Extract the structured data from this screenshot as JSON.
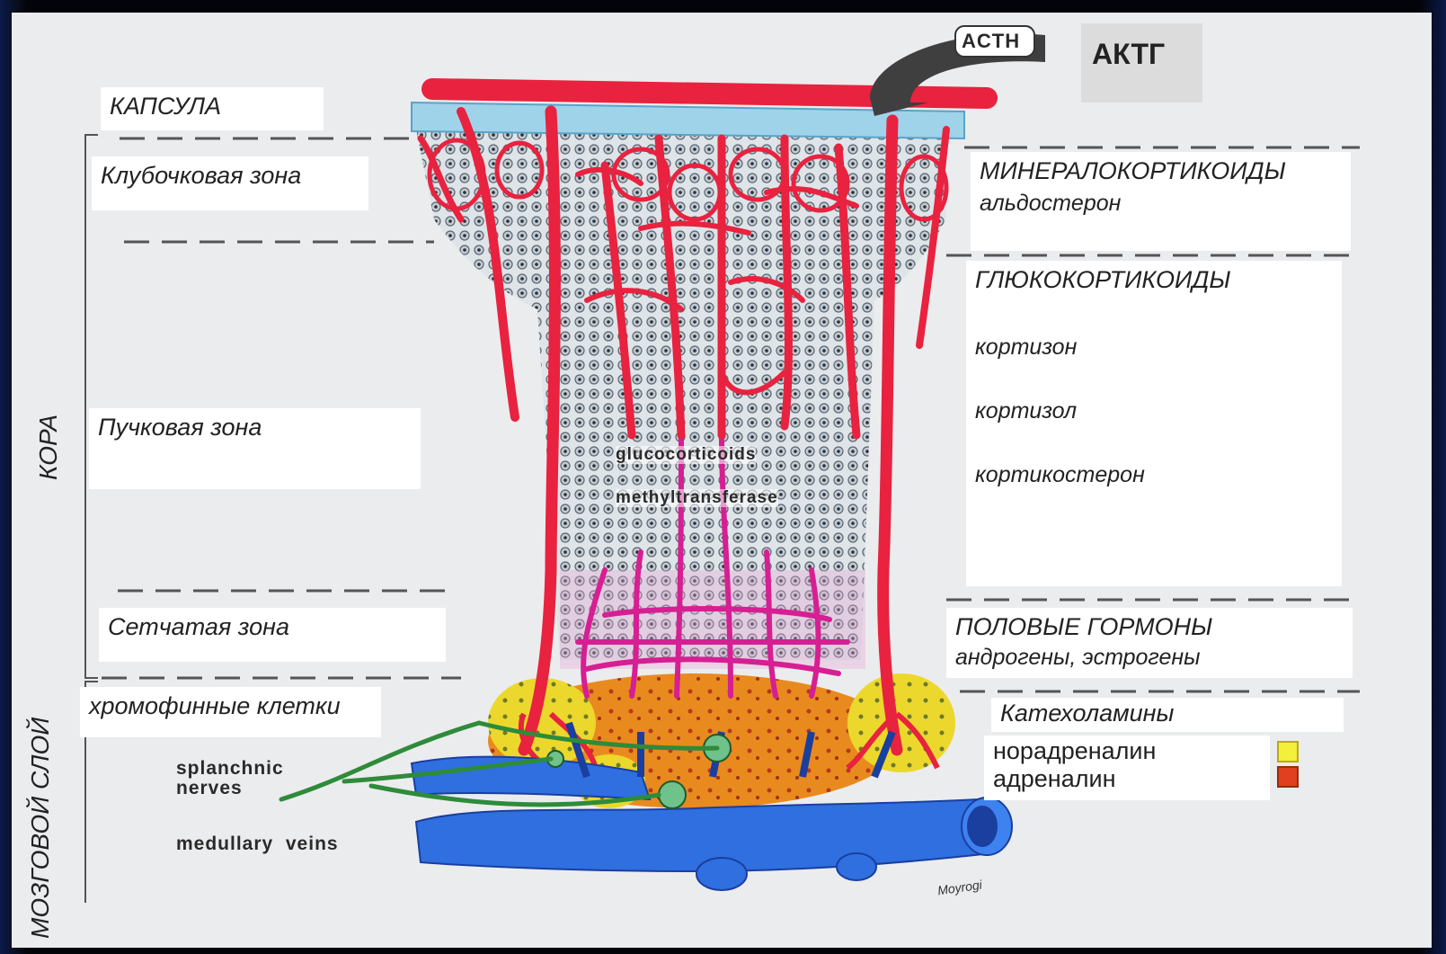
{
  "labels": {
    "actg": "АКТГ",
    "acth_arrow": "ACTH",
    "capsule": "КАПСУЛА",
    "zona_glomerulosa": "Клубочковая зона",
    "zona_fasciculata": "Пучковая зона",
    "zona_reticularis": "Сетчатая зона",
    "chromaffin": "хромофинные клетки",
    "cortex": "КОРА",
    "medulla": "МОЗГОВОЙ СЛОЙ",
    "splanchnic": "splanchnic\nnerves",
    "medullary_veins": "medullary  veins",
    "enzyme_1": "glucocorticoids",
    "enzyme_2": "methyltransferase",
    "signature": "Moyrogi"
  },
  "hormones": {
    "mineralo_title": "МИНЕРАЛОКОРТИКОИДЫ",
    "mineralo_item": "альдостерон",
    "gluco_title": "ГЛЮКОКОРТИКОИДЫ",
    "gluco_items": [
      "кортизон",
      "кортизол",
      "кортикостерон"
    ],
    "sex_title": "ПОЛОВЫЕ ГОРМОНЫ",
    "sex_items": "андрогены, эстрогены",
    "catechol_title": "Катехоламины",
    "catechol_items": [
      "норадреналин",
      "адреналин"
    ]
  },
  "colors": {
    "artery": "#e8223f",
    "capillary_magenta": "#d61f92",
    "vein": "#2f6fe0",
    "nerve": "#2e8b3a",
    "capsule": "#9fd3ea",
    "noradrenaline_swatch": "#f3ef3a",
    "adrenaline_swatch": "#e0401d"
  }
}
